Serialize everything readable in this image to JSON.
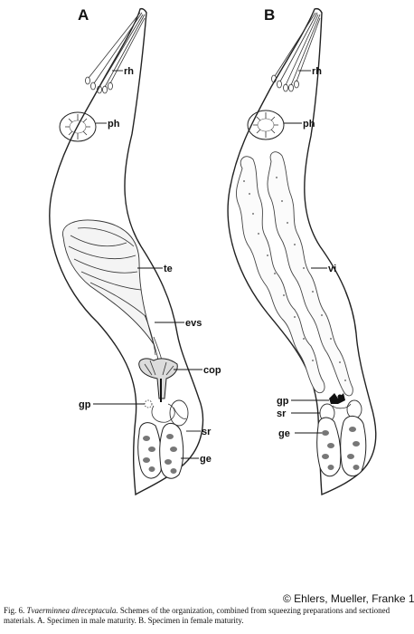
{
  "panels": [
    {
      "letter": "A",
      "labels": {
        "rh": "rh",
        "ph": "ph",
        "te": "te",
        "evs": "evs",
        "cop": "cop",
        "gp": "gp",
        "sr": "sr",
        "ge": "ge"
      }
    },
    {
      "letter": "B",
      "labels": {
        "rh": "rh",
        "ph": "ph",
        "vi": "vi",
        "gp": "gp",
        "sr": "sr",
        "ge": "ge"
      }
    }
  ],
  "copyright": "© Ehlers, Mueller, Franke 1994",
  "caption": {
    "fig_prefix": "Fig. 6.",
    "species": "Tvaerminnea direceptacula.",
    "text": " Schemes of the organization, combined from squeezing preparations and sectioned materials. A. Specimen in male maturity. B. Specimen in female maturity."
  }
}
